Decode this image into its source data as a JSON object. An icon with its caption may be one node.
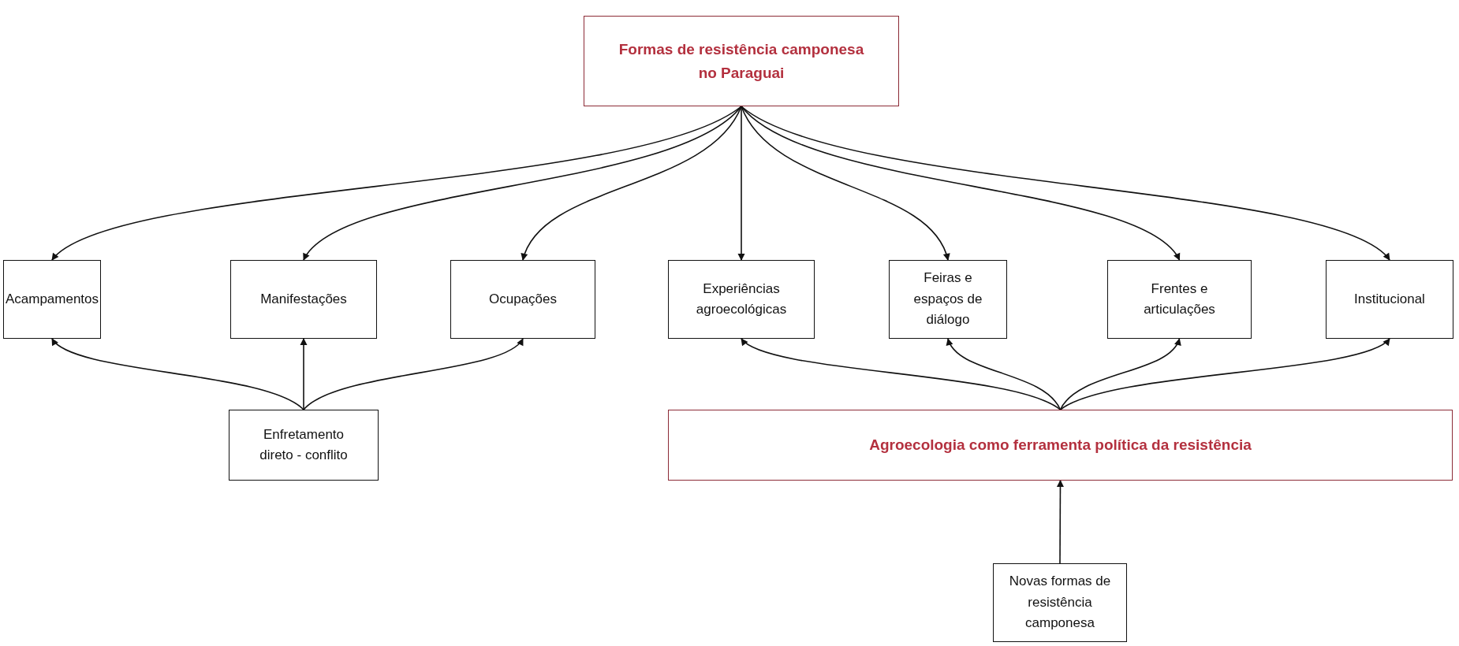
{
  "diagram": {
    "nodes": [
      {
        "text": [
          "Formas de resistência camponesa no Paraguai"
        ]
      },
      {
        "text": [
          "Acampamentos"
        ]
      },
      {
        "text": [
          "Manifestações"
        ]
      },
      {
        "text": [
          "Ocupações"
        ]
      },
      {
        "text": [
          "Experiências agroecológicas"
        ]
      },
      {
        "text": [
          "Feiras e espaços de diálogo"
        ]
      },
      {
        "text": [
          "Frentes e articulações"
        ]
      },
      {
        "text": [
          "Institucional"
        ]
      },
      {
        "text": [
          "Enfretamento direto - conflito"
        ]
      },
      {
        "text": [
          "Agroecologia como ferramenta política da resistência"
        ]
      },
      {
        "text": [
          "Novas formas de resistência camponesa"
        ]
      }
    ],
    "edges": [
      {
        "from": 0,
        "to": 1,
        "arrow": "to"
      },
      {
        "from": 0,
        "to": 2,
        "arrow": "to"
      },
      {
        "from": 0,
        "to": 3,
        "arrow": "to"
      },
      {
        "from": 0,
        "to": 4,
        "arrow": "to"
      },
      {
        "from": 0,
        "to": 5,
        "arrow": "to"
      },
      {
        "from": 0,
        "to": 6,
        "arrow": "to"
      },
      {
        "from": 0,
        "to": 7,
        "arrow": "to"
      },
      {
        "from": 8,
        "to": 1,
        "arrow": "to"
      },
      {
        "from": 8,
        "to": 2,
        "arrow": "to"
      },
      {
        "from": 8,
        "to": 3,
        "arrow": "to"
      },
      {
        "from": 9,
        "to": 4,
        "arrow": "to"
      },
      {
        "from": 9,
        "to": 5,
        "arrow": "to"
      },
      {
        "from": 9,
        "to": 6,
        "arrow": "to"
      },
      {
        "from": 9,
        "to": 7,
        "arrow": "to"
      },
      {
        "from": 10,
        "to": 9,
        "arrow": "to"
      }
    ]
  }
}
